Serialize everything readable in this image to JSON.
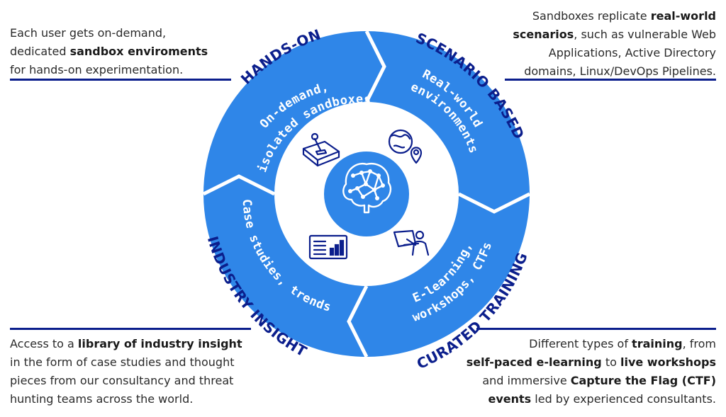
{
  "colors": {
    "ring_blue": "#2f86e8",
    "label_navy": "#0b1e8c",
    "white": "#ffffff",
    "text": "#2a2a2a"
  },
  "segments": {
    "hands_on": {
      "title": "HANDS-ON",
      "arc_line1": "On-demand,",
      "arc_line2": "isolated sandboxes",
      "icon": "sandbox-joystick-icon"
    },
    "scenario": {
      "title": "SCENARIO BASED",
      "arc_line1": "Real-world",
      "arc_line2": "environments",
      "icon": "globe-location-icon"
    },
    "training": {
      "title": "CURATED TRAINING",
      "arc_line1": "E-learning,",
      "arc_line2": "workshops, CTFs",
      "icon": "presentation-teacher-icon"
    },
    "industry": {
      "title": "INDUSTRY INSIGHT",
      "arc_line1": "Case studies, trends",
      "icon": "report-chart-icon"
    }
  },
  "center": {
    "icon": "brain-network-icon"
  },
  "descriptions": {
    "hands_on": {
      "l1": "Each user gets on-demand,",
      "l2a": "dedicated ",
      "l2b": "sandbox enviroments",
      "l3": "for hands-on experimentation."
    },
    "scenario": {
      "l1a": "Sandboxes replicate ",
      "l1b": "real-world",
      "l2a": "scenarios",
      "l2b": ", such as vulnerable Web",
      "l3": "Applications, Active Directory",
      "l4": "domains, Linux/DevOps Pipelines."
    },
    "industry": {
      "l1a": "Access to a ",
      "l1b": "library of industry insight",
      "l2": "in the form of case studies and thought",
      "l3": "pieces from our consultancy and threat",
      "l4": "hunting teams across the world."
    },
    "training": {
      "l1a": "Different types of  ",
      "l1b": "training",
      "l1c": ", from",
      "l2a": "self-paced e-learning",
      "l2b": " to ",
      "l2c": "live workshops",
      "l3a": "and immersive ",
      "l3b": "Capture the Flag (CTF)",
      "l4a": "events",
      "l4b": " led by experienced consultants."
    }
  }
}
